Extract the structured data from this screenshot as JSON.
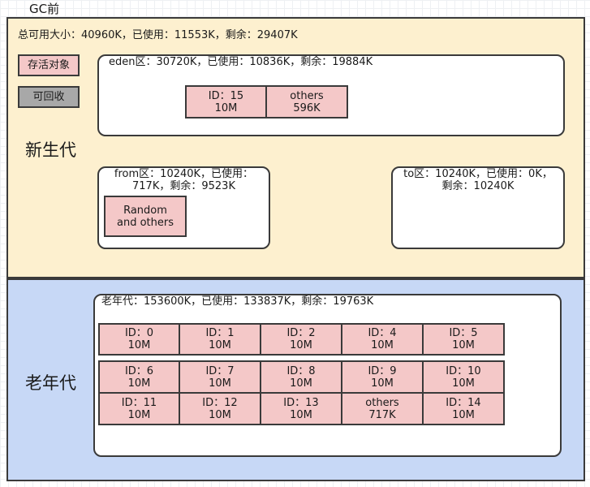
{
  "title": "GC前",
  "young_gen": {
    "label": "新生代",
    "total": "总可用大小：40960K，已使用：11553K，剩余：29407K",
    "eden": {
      "text": "eden区：30720K，已使用：10836K，剩余：19884K",
      "objects": [
        {
          "line1": "ID：15",
          "line2": "10M",
          "status": "live"
        },
        {
          "line1": "others",
          "line2": "596K",
          "status": "live"
        }
      ]
    },
    "from": {
      "line1": "from区：10240K，已使用：",
      "line2": "717K，剩余：9523K",
      "objects": [
        {
          "line1": "Random",
          "line2": "and others",
          "status": "live"
        }
      ]
    },
    "to": {
      "line1": "to区：10240K，已使用：0K，",
      "line2": "剩余：10240K"
    }
  },
  "old_gen": {
    "label": "老年代",
    "text": "老年代：153600K，已使用：133837K，剩余：19763K",
    "rows": [
      [
        {
          "line1": "ID：0",
          "line2": "10M",
          "status": "live"
        },
        {
          "line1": "ID：1",
          "line2": "10M",
          "status": "live"
        },
        {
          "line1": "ID：2",
          "line2": "10M",
          "status": "live"
        },
        {
          "line1": "ID：4",
          "line2": "10M",
          "status": "live"
        },
        {
          "line1": "ID：5",
          "line2": "10M",
          "status": "live"
        }
      ],
      [
        {
          "line1": "ID：6",
          "line2": "10M",
          "status": "live"
        },
        {
          "line1": "ID：7",
          "line2": "10M",
          "status": "live"
        },
        {
          "line1": "ID：8",
          "line2": "10M",
          "status": "live"
        },
        {
          "line1": "ID：9",
          "line2": "10M",
          "status": "live"
        },
        {
          "line1": "ID：10",
          "line2": "10M",
          "status": "live"
        }
      ],
      [
        {
          "line1": "ID：11",
          "line2": "10M",
          "status": "live"
        },
        {
          "line1": "ID：12",
          "line2": "10M",
          "status": "live"
        },
        {
          "line1": "ID：13",
          "line2": "10M",
          "status": "live"
        },
        {
          "line1": "others",
          "line2": "717K",
          "status": "live"
        },
        {
          "line1": "ID：14",
          "line2": "10M",
          "status": "live"
        }
      ]
    ]
  },
  "legend": {
    "live": "存活对象",
    "reclaimable": "可回收"
  },
  "colors": {
    "live": "#f4c8c8",
    "reclaimable": "#a8a8a8",
    "young_bg": "#fdf0cf",
    "old_bg": "#c7d8f6",
    "border": "#3a3a3a"
  }
}
